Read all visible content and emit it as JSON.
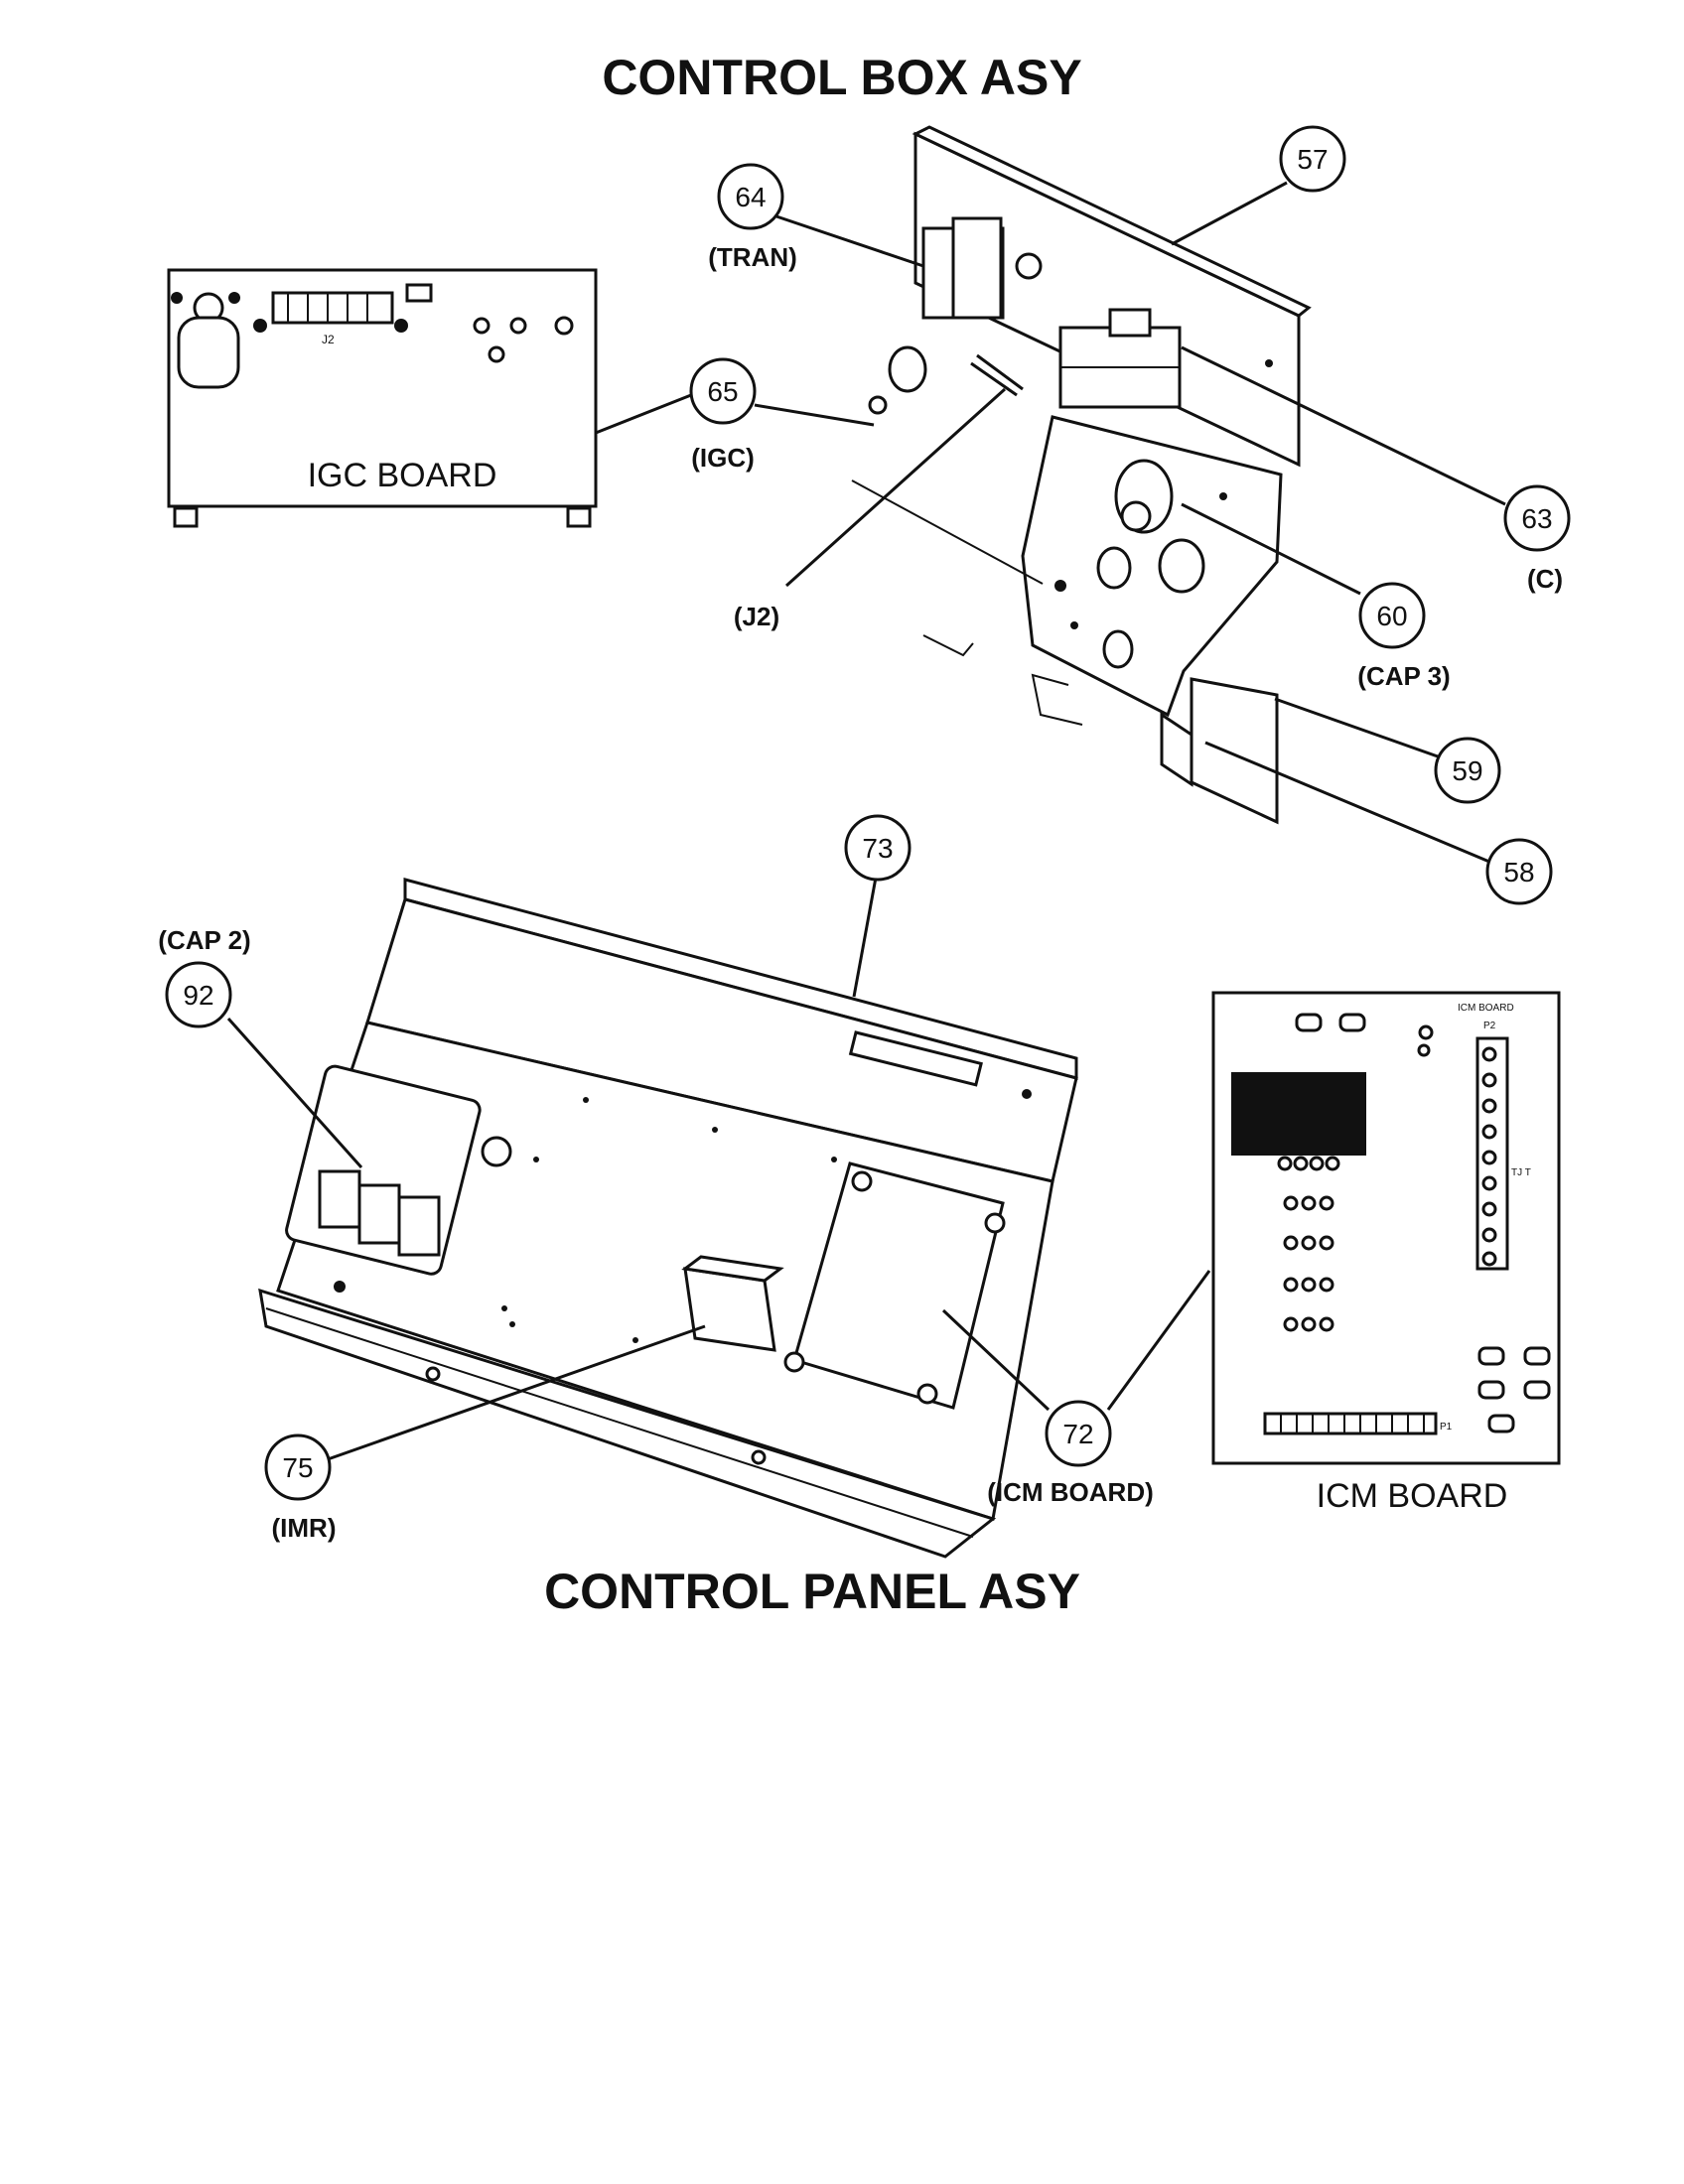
{
  "titles": {
    "control_box": "CONTROL BOX ASY",
    "control_panel": "CONTROL PANEL ASY"
  },
  "captions": {
    "igc_board": "IGC BOARD",
    "icm_board": "ICM BOARD",
    "j2_board": "J2"
  },
  "callouts": {
    "c57": {
      "num": "57"
    },
    "c64": {
      "num": "64",
      "label": "(TRAN)"
    },
    "c65": {
      "num": "65",
      "label": "(IGC)"
    },
    "c63": {
      "num": "63",
      "label": "(C)"
    },
    "c60": {
      "num": "60",
      "label": "(CAP 3)"
    },
    "c59": {
      "num": "59"
    },
    "c58": {
      "num": "58"
    },
    "j2": {
      "label": "(J2)"
    },
    "c73": {
      "num": "73"
    },
    "c92": {
      "num": "92",
      "label": "(CAP 2)"
    },
    "c72": {
      "num": "72",
      "label": "(ICM BOARD)"
    },
    "c75": {
      "num": "75",
      "label": "(IMR)"
    }
  },
  "icm_board_text": {
    "header": "ICM BOARD",
    "p2": "P2",
    "p1": "P1",
    "tjt": "TJ T"
  }
}
